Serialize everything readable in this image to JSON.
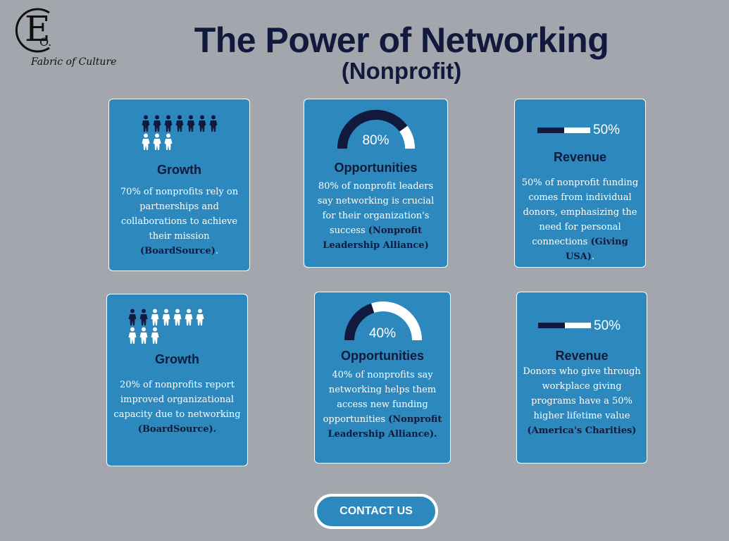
{
  "brand": {
    "initials_big": "E",
    "initials_small": "O.",
    "script_name": "Fabric of Culture"
  },
  "header": {
    "title": "The Power of Networking",
    "subtitle": "(Nonprofit)"
  },
  "colors": {
    "background": "#a3a7ad",
    "card": "#2c88bd",
    "navy": "#111a3c",
    "white": "#ffffff"
  },
  "cards": [
    {
      "icon": "people-icon",
      "people_dark": 7,
      "people_light": 3,
      "heading": "Growth",
      "body": "70% of nonprofits rely on partnerships and collaborations to achieve their mission",
      "source": "(BoardSource)",
      "trail": "."
    },
    {
      "icon": "gauge-icon",
      "gauge_percent": 80,
      "gauge_label": "80%",
      "heading": "Opportunities",
      "body": "80% of nonprofit leaders say networking is crucial for their organization's success",
      "source": "(Nonprofit Leadership Alliance)",
      "trail": ""
    },
    {
      "icon": "progress-bar-icon",
      "bar_percent": 50,
      "bar_label": "50%",
      "heading": "Revenue",
      "body": "50% of nonprofit funding comes from individual donors, emphasizing the need for personal connections",
      "source": "(Giving USA)",
      "trail": "."
    },
    {
      "icon": "people-icon",
      "people_dark": 2,
      "people_light": 8,
      "heading": "Growth",
      "body": "20% of nonprofits report improved organizational capacity due to networking",
      "source": "(BoardSource).",
      "trail": ""
    },
    {
      "icon": "gauge-icon",
      "gauge_percent": 40,
      "gauge_label": "40%",
      "heading": "Opportunities",
      "body": "40% of nonprofits say networking helps them access new funding opportunities",
      "source": "(Nonprofit Leadership Alliance).",
      "trail": ""
    },
    {
      "icon": "progress-bar-icon",
      "bar_percent": 50,
      "bar_label": "50%",
      "heading": "Revenue",
      "body": "Donors who give through workplace giving programs have a 50% higher lifetime value",
      "source": "(America's Charities)",
      "trail": ""
    }
  ],
  "cta": {
    "label": "CONTACT US"
  }
}
